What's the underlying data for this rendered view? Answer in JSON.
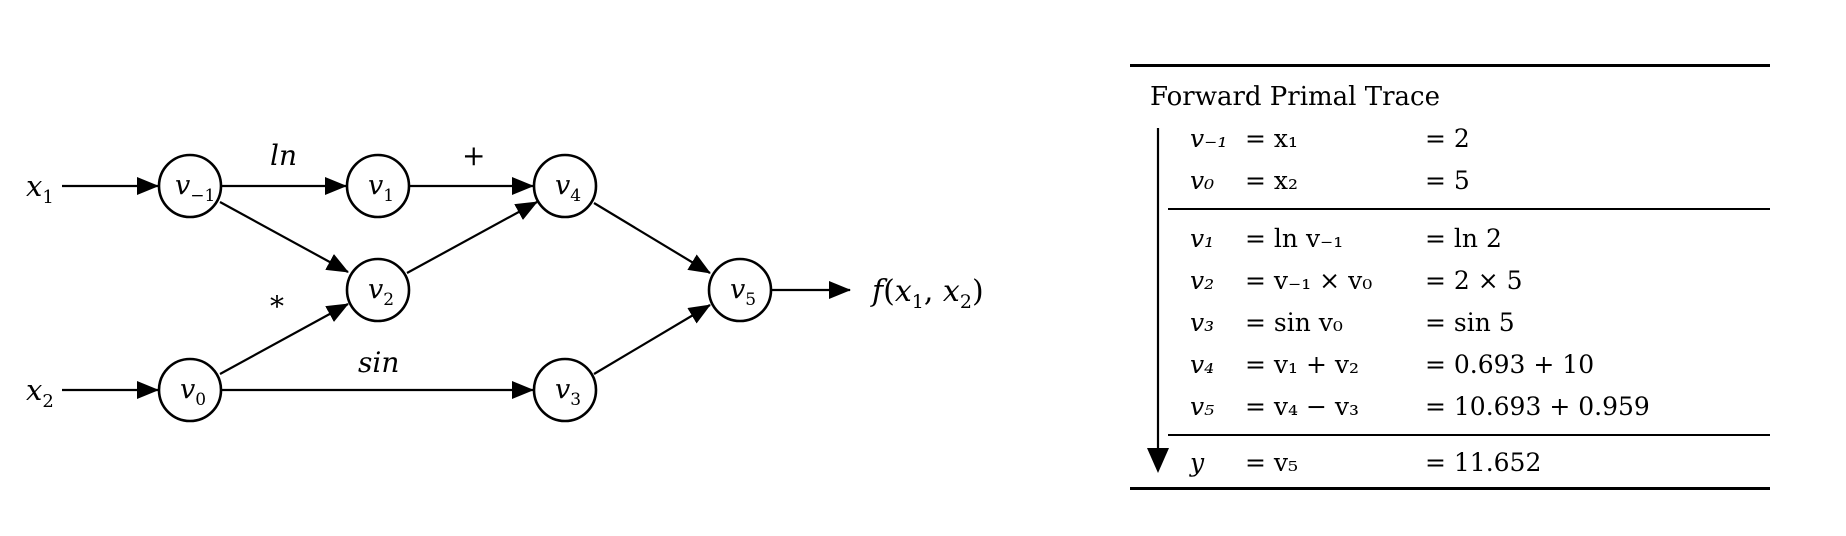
{
  "graph": {
    "inputs": [
      {
        "label": "x",
        "sub": "1"
      },
      {
        "label": "x",
        "sub": "2"
      }
    ],
    "nodes": [
      {
        "label": "v",
        "sub": "−1"
      },
      {
        "label": "v",
        "sub": "0"
      },
      {
        "label": "v",
        "sub": "1"
      },
      {
        "label": "v",
        "sub": "2"
      },
      {
        "label": "v",
        "sub": "3"
      },
      {
        "label": "v",
        "sub": "4"
      },
      {
        "label": "v",
        "sub": "5"
      }
    ],
    "edge_labels": {
      "ln": "ln",
      "plus": "+",
      "times": "*",
      "sin": "sin"
    },
    "output": {
      "f": "f",
      "open": "(",
      "x": "x",
      "sub1": "1",
      "comma": ", ",
      "sub2": "2",
      "close": ")"
    }
  },
  "trace": {
    "title": "Forward Primal Trace",
    "rows": [
      {
        "var": "v₋₁",
        "expr": "= x₁",
        "val": "= 2"
      },
      {
        "var": "v₀",
        "expr": "= x₂",
        "val": "= 5"
      },
      {
        "var": "v₁",
        "expr": "= ln v₋₁",
        "val": "= ln 2"
      },
      {
        "var": "v₂",
        "expr": "= v₋₁ × v₀",
        "val": "= 2 × 5"
      },
      {
        "var": "v₃",
        "expr": "= sin v₀",
        "val": "= sin 5"
      },
      {
        "var": "v₄",
        "expr": "= v₁ + v₂",
        "val": "= 0.693 + 10"
      },
      {
        "var": "v₅",
        "expr": "= v₄ − v₃",
        "val": "= 10.693 + 0.959"
      },
      {
        "var": "y",
        "expr": "= v₅",
        "val": "= 11.652"
      }
    ]
  }
}
